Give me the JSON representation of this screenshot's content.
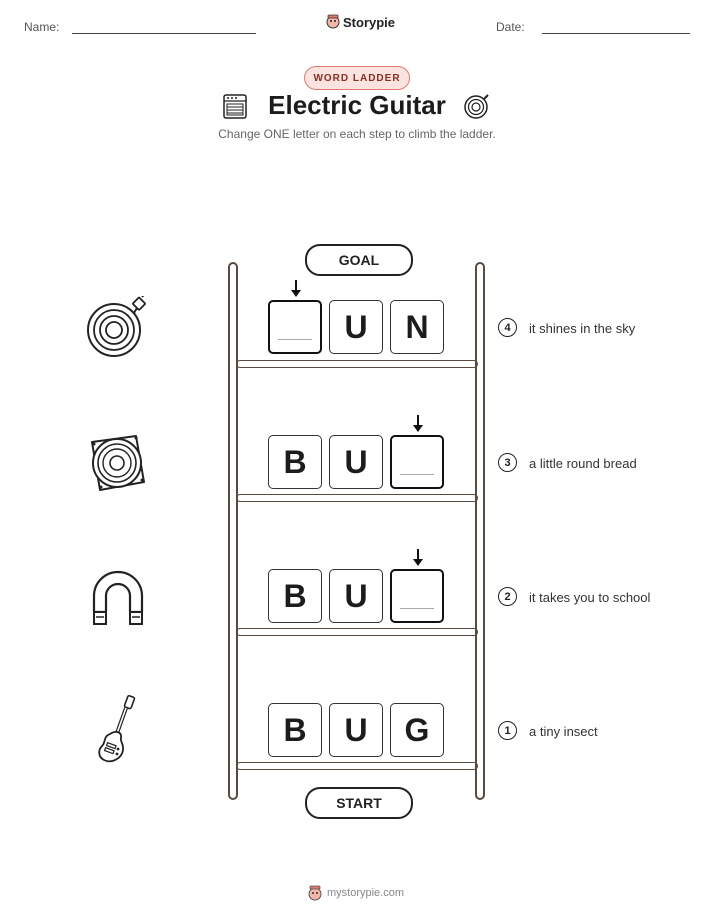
{
  "header": {
    "name_label": "Name:",
    "date_label": "Date:",
    "brand": "Storypie"
  },
  "badge": "WORD LADDER",
  "title": "Electric Guitar",
  "subtitle": "Change ONE letter on each step to climb the ladder.",
  "goal_label": "GOAL",
  "start_label": "START",
  "rungs": [
    {
      "number": "4",
      "clue": "it shines in the sky",
      "letters": [
        "",
        "U",
        "N"
      ],
      "changed_index": 0,
      "picture": "cable-icon"
    },
    {
      "number": "3",
      "clue": "a little round bread",
      "letters": [
        "B",
        "U",
        ""
      ],
      "changed_index": 2,
      "picture": "speaker-icon"
    },
    {
      "number": "2",
      "clue": "it takes you to school",
      "letters": [
        "B",
        "U",
        ""
      ],
      "changed_index": 2,
      "picture": "magnet-icon"
    },
    {
      "number": "1",
      "clue": "a tiny insect",
      "letters": [
        "B",
        "U",
        "G"
      ],
      "changed_index": null,
      "picture": "guitar-icon"
    }
  ],
  "footer": "mystorypie.com",
  "colors": {
    "badge_border": "#e07a6e",
    "badge_fill": "#fbe3df",
    "ladder": "#5a4a3f"
  }
}
